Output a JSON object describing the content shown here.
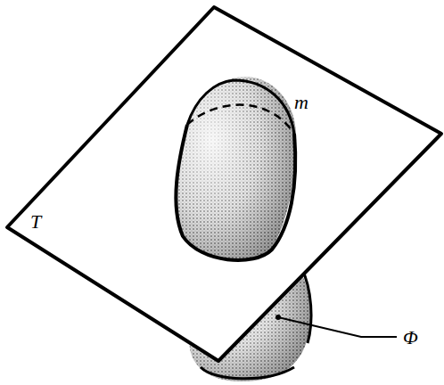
{
  "diagram": {
    "labels": [
      "T",
      "m",
      "Φ"
    ]
  }
}
